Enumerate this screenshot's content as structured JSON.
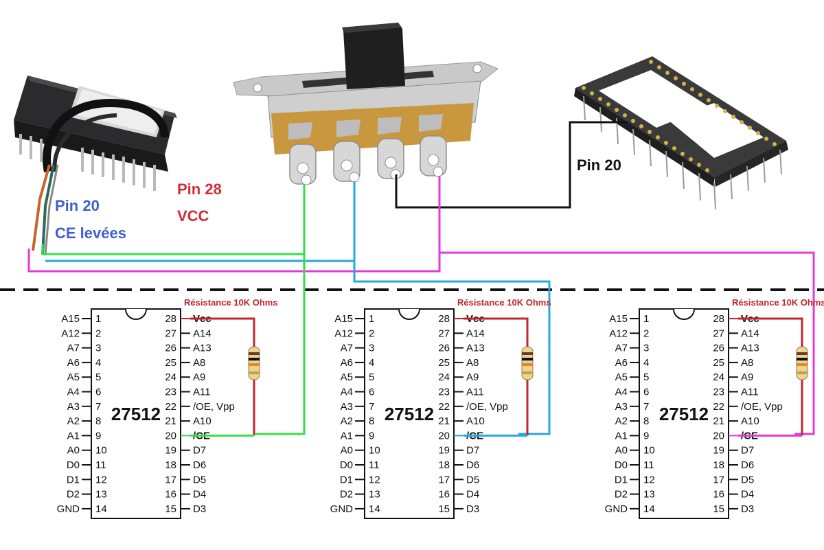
{
  "photo_labels": {
    "eprom_pin20": "Pin 20",
    "eprom_ce": "CE levées",
    "eprom_pin28": "Pin 28",
    "eprom_vcc": "VCC",
    "socket_pin20": "Pin 20"
  },
  "chip": {
    "name": "27512",
    "resistor_label": "Résistance 10K Ohms",
    "left_pins": [
      {
        "num": "1",
        "name": "A15"
      },
      {
        "num": "2",
        "name": "A12"
      },
      {
        "num": "3",
        "name": "A7"
      },
      {
        "num": "4",
        "name": "A6"
      },
      {
        "num": "5",
        "name": "A5"
      },
      {
        "num": "6",
        "name": "A4"
      },
      {
        "num": "7",
        "name": "A3"
      },
      {
        "num": "8",
        "name": "A2"
      },
      {
        "num": "9",
        "name": "A1"
      },
      {
        "num": "10",
        "name": "A0"
      },
      {
        "num": "11",
        "name": "D0"
      },
      {
        "num": "12",
        "name": "D1"
      },
      {
        "num": "13",
        "name": "D2"
      },
      {
        "num": "14",
        "name": "GND"
      }
    ],
    "right_pins": [
      {
        "num": "28",
        "name": "Vcc"
      },
      {
        "num": "27",
        "name": "A14"
      },
      {
        "num": "26",
        "name": "A13"
      },
      {
        "num": "25",
        "name": "A8"
      },
      {
        "num": "24",
        "name": "A9"
      },
      {
        "num": "23",
        "name": "A11"
      },
      {
        "num": "22",
        "name": "/OE, Vpp"
      },
      {
        "num": "21",
        "name": "A10"
      },
      {
        "num": "20",
        "name": "/CE"
      },
      {
        "num": "19",
        "name": "D7"
      },
      {
        "num": "18",
        "name": "D6"
      },
      {
        "num": "17",
        "name": "D5"
      },
      {
        "num": "16",
        "name": "D4"
      },
      {
        "num": "15",
        "name": "D3"
      }
    ]
  },
  "colors": {
    "green_wire": "#35e04a",
    "blue_wire": "#24a8e0",
    "magenta_wire": "#e23ad8",
    "black_wire": "#111111",
    "vcc_red": "#c0262c",
    "label_blue": "#3f5fcf",
    "label_red": "#d42b36"
  }
}
